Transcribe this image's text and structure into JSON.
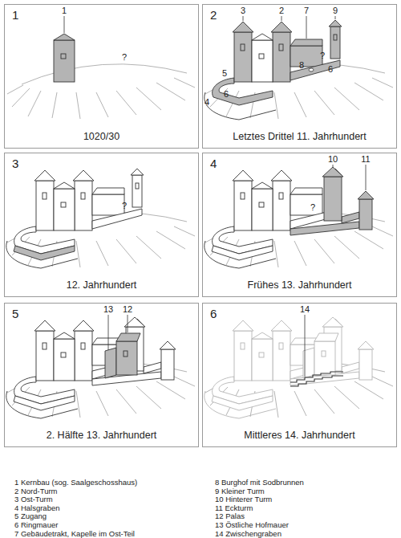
{
  "diagram": {
    "nodes": [
      {
        "text": [
          "1",
          "1020/30"
        ]
      },
      {
        "text": [
          "2",
          "Letztes Drittel 11. Jahrhundert"
        ]
      },
      {
        "text": [
          "3",
          "12. Jahrhundert"
        ]
      },
      {
        "text": [
          "4",
          "Frühes 13. Jahrhundert"
        ]
      },
      {
        "text": [
          "5",
          "2. Hälfte 13. Jahrhundert"
        ]
      },
      {
        "text": [
          "6",
          "Mittleres 14. Jahrhundert"
        ]
      }
    ],
    "labels": [
      "1",
      "?",
      "3",
      "2",
      "7",
      "9",
      "5",
      "8",
      "?",
      "6",
      "4",
      "6",
      "?",
      "10",
      "11",
      "?",
      "13",
      "12",
      "14"
    ],
    "legend": [
      {
        "text": "1 Kernbau (sog. Saalgeschosshaus)"
      },
      {
        "text": "2 Nord-Turm"
      },
      {
        "text": "3 Ost-Turm"
      },
      {
        "text": "4 Halsgraben"
      },
      {
        "text": "5 Zugang"
      },
      {
        "text": "6 Ringmauer"
      },
      {
        "text": "7 Gebäudetrakt, Kapelle im Ost-Teil"
      },
      {
        "text": "8 Burghof mit Sodbrunnen"
      },
      {
        "text": "9 Kleiner Turm"
      },
      {
        "text": "10 Hinterer Turm"
      },
      {
        "text": "11 Eckturm"
      },
      {
        "text": "12 Palas"
      },
      {
        "text": "13 Östliche Hofmauer"
      },
      {
        "text": "14 Zwischengraben"
      }
    ]
  }
}
